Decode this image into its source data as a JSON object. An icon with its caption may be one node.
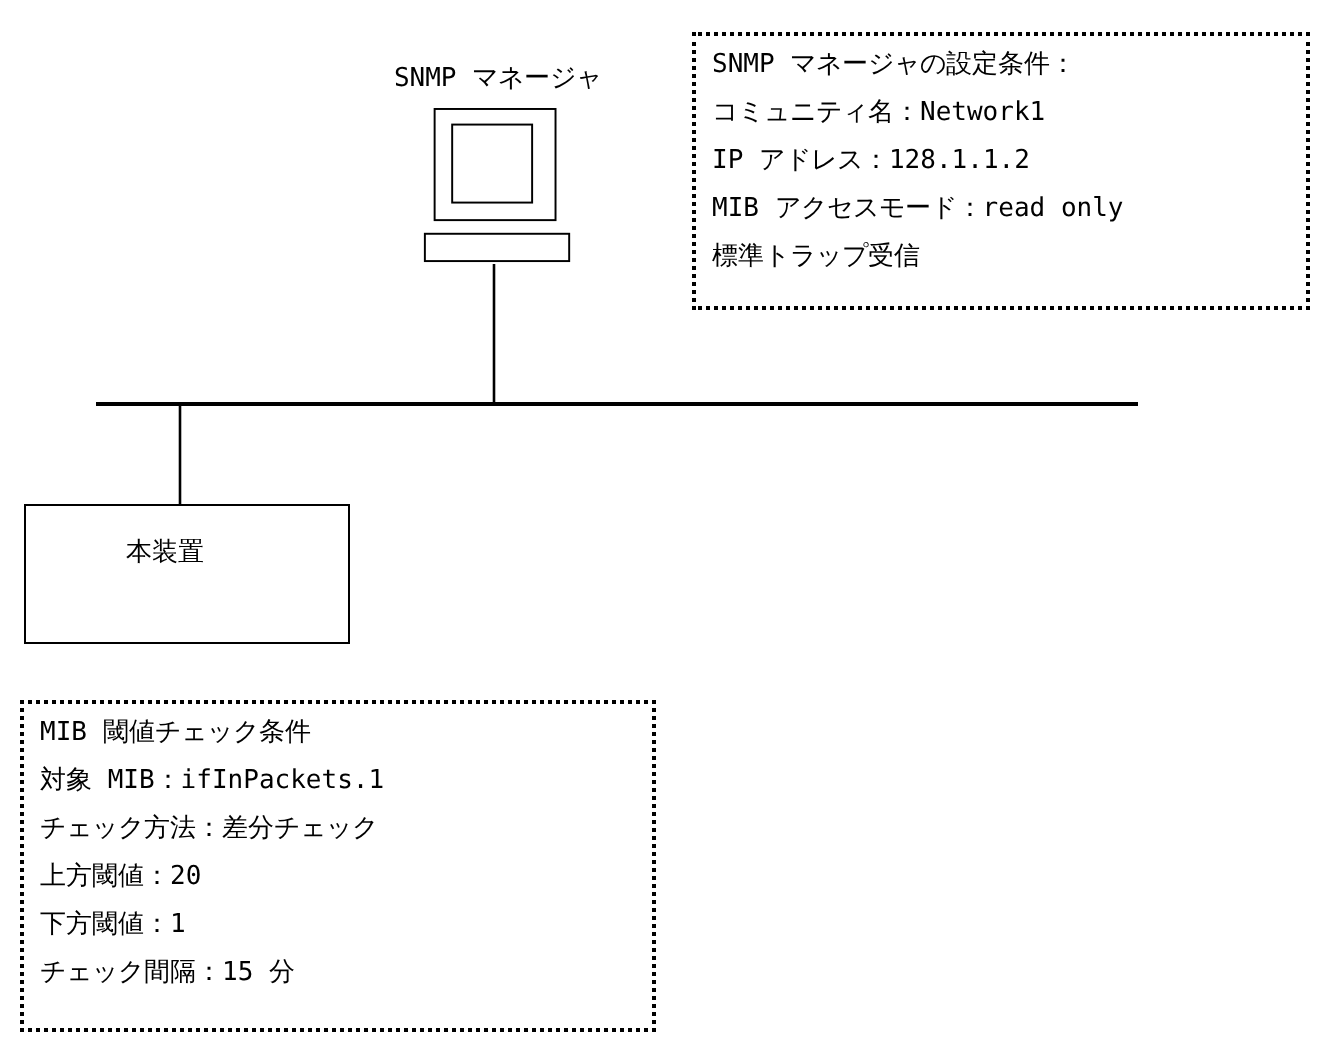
{
  "diagram": {
    "nodes": [
      {
        "text": [
          "SNMP マネージャ"
        ]
      },
      {
        "text": [],
        "shape": "bar"
      },
      {
        "text": [
          "本装置"
        ]
      },
      {
        "text": [
          "SNMP マネージャの設定条件：",
          "コミュニティ名：Network1",
          "IP アドレス：128.1.1.2",
          "MIB アクセスモード：read only",
          "標準トラップ受信"
        ]
      },
      {
        "text": [
          "MIB 閾値チェック条件",
          "対象 MIB：ifInPackets.1",
          "チェック方法：差分チェック",
          "上方閾値：20",
          "下方閾値：1",
          "チェック間隔：15 分"
        ]
      }
    ],
    "edges": [
      {
        "from": 0,
        "to": 1,
        "arrow": "none"
      },
      {
        "from": 1,
        "to": 2,
        "arrow": "none"
      }
    ]
  }
}
